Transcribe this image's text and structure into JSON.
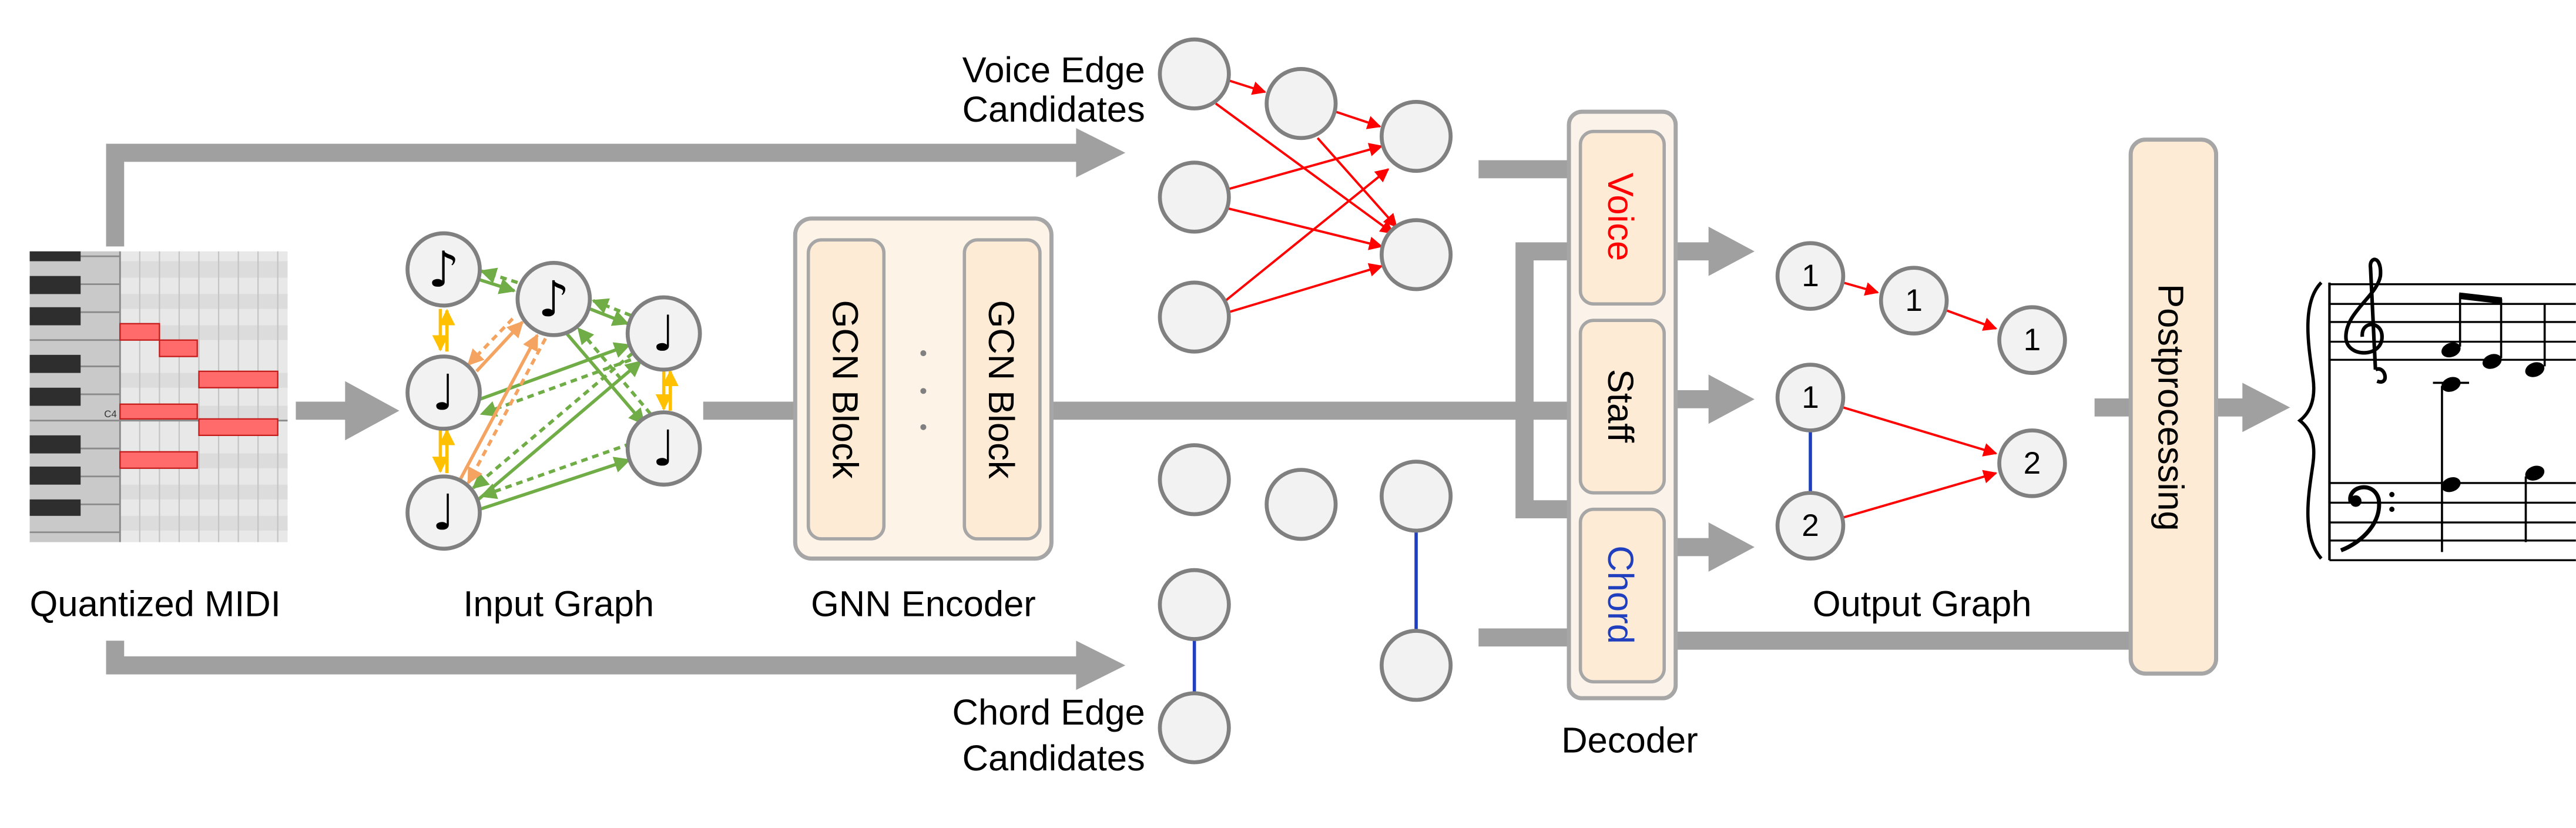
{
  "colors": {
    "flow_arrow": "#a0a0a0",
    "node_fill": "#f2f2f2",
    "node_stroke": "#808080",
    "block_fill": "#fdebd5",
    "voice_edge": "#ff0000",
    "chord_edge": "#1f3fbf",
    "input_green": "#70ad47",
    "input_orange": "#f4a460",
    "input_yellow": "#ffc000",
    "midi_note": "#ff6b6b"
  },
  "midi": {
    "label": "Quantized MIDI",
    "c4_label": "C4"
  },
  "input_graph": {
    "label": "Input Graph",
    "note_icons": [
      "eighth-note-icon",
      "eighth-note-icon",
      "quarter-note-icon",
      "quarter-note-icon",
      "quarter-note-icon",
      "quarter-note-icon"
    ]
  },
  "encoder": {
    "label": "GNN Encoder",
    "block1": "GCN Block",
    "block2": "GCN Block"
  },
  "voice_candidates": {
    "line1": "Voice Edge",
    "line2": "Candidates"
  },
  "chord_candidates": {
    "line1": "Chord Edge",
    "line2": "Candidates"
  },
  "decoder": {
    "label": "Decoder",
    "voice": "Voice",
    "staff": "Staff",
    "chord": "Chord"
  },
  "output_graph": {
    "label": "Output Graph",
    "nodes": [
      "1",
      "1",
      "1",
      "1",
      "2",
      "2"
    ]
  },
  "postprocessing": {
    "label": "Postprocessing"
  }
}
